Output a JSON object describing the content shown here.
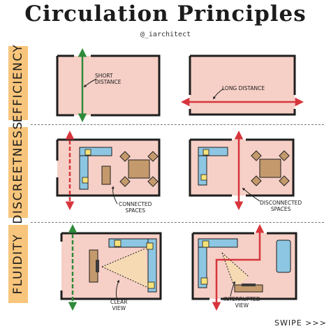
{
  "title": "Circulation Principles",
  "handle": "@_iarchitect",
  "sections": {
    "efficiency": "EFFICIENCY",
    "discreetness": "DISCREETNESS",
    "fluidity": "FLUIDITY"
  },
  "annotations": {
    "short_distance": "SHORT\nDISTANCE",
    "long_distance": "LONG DISTANCE",
    "connected_spaces": "CONNECTED\nSPACES",
    "disconnected_spaces": "DISCONNECTED\nSPACES",
    "clear_view": "CLEAR\nVIEW",
    "interrupted_view": "INTERRUPTED\nVIEW"
  },
  "footer": {
    "swipe": "SWIPE >>>"
  },
  "colors": {
    "room_fill": "#f6cfc6",
    "wall": "#1e1e1e",
    "green_arrow": "#2f8a3a",
    "red_arrow": "#d7353b",
    "tab": "#f7c57b",
    "sofa": "#8cc6e2",
    "table": "#c49a6c",
    "view_cone": "#f6dcb0"
  }
}
